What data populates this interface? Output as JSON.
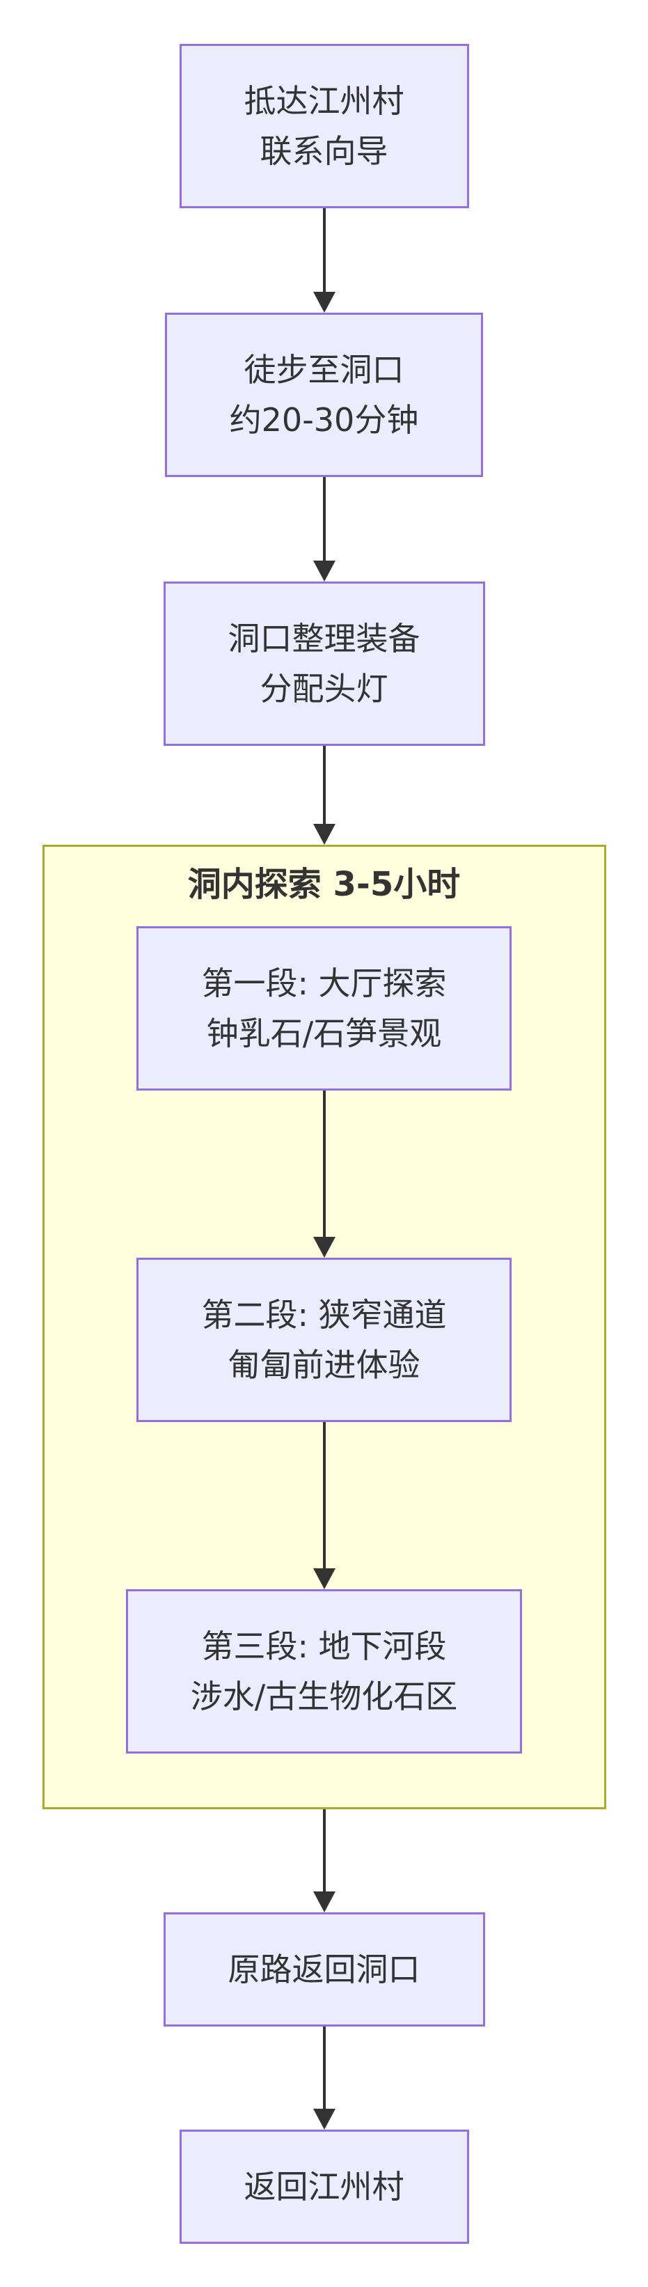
{
  "flow": {
    "node_arrive": {
      "line1": "抵达江州村",
      "line2": "联系向导"
    },
    "node_hike": {
      "line1": "徒步至洞口",
      "line2": "约20-30分钟"
    },
    "node_gear": {
      "line1": "洞口整理装备",
      "line2": "分配头灯"
    },
    "subgraph": {
      "title": "洞内探索 3-5小时",
      "node_stage1": {
        "line1": "第一段: 大厅探索",
        "line2": "钟乳石/石笋景观"
      },
      "node_stage2": {
        "line1": "第二段: 狭窄通道",
        "line2": "匍匐前进体验"
      },
      "node_stage3": {
        "line1": "第三段: 地下河段",
        "line2": "涉水/古生物化石区"
      }
    },
    "node_return_entrance": {
      "label": "原路返回洞口"
    },
    "node_return_village": {
      "label": "返回江州村"
    }
  },
  "colors": {
    "node_fill": "#ECECFF",
    "node_border": "#9370DB",
    "cluster_fill": "#FFFFDE",
    "cluster_border": "#AAAA33",
    "text": "#333333",
    "arrow": "#333333",
    "background": "#FFFFFF"
  }
}
